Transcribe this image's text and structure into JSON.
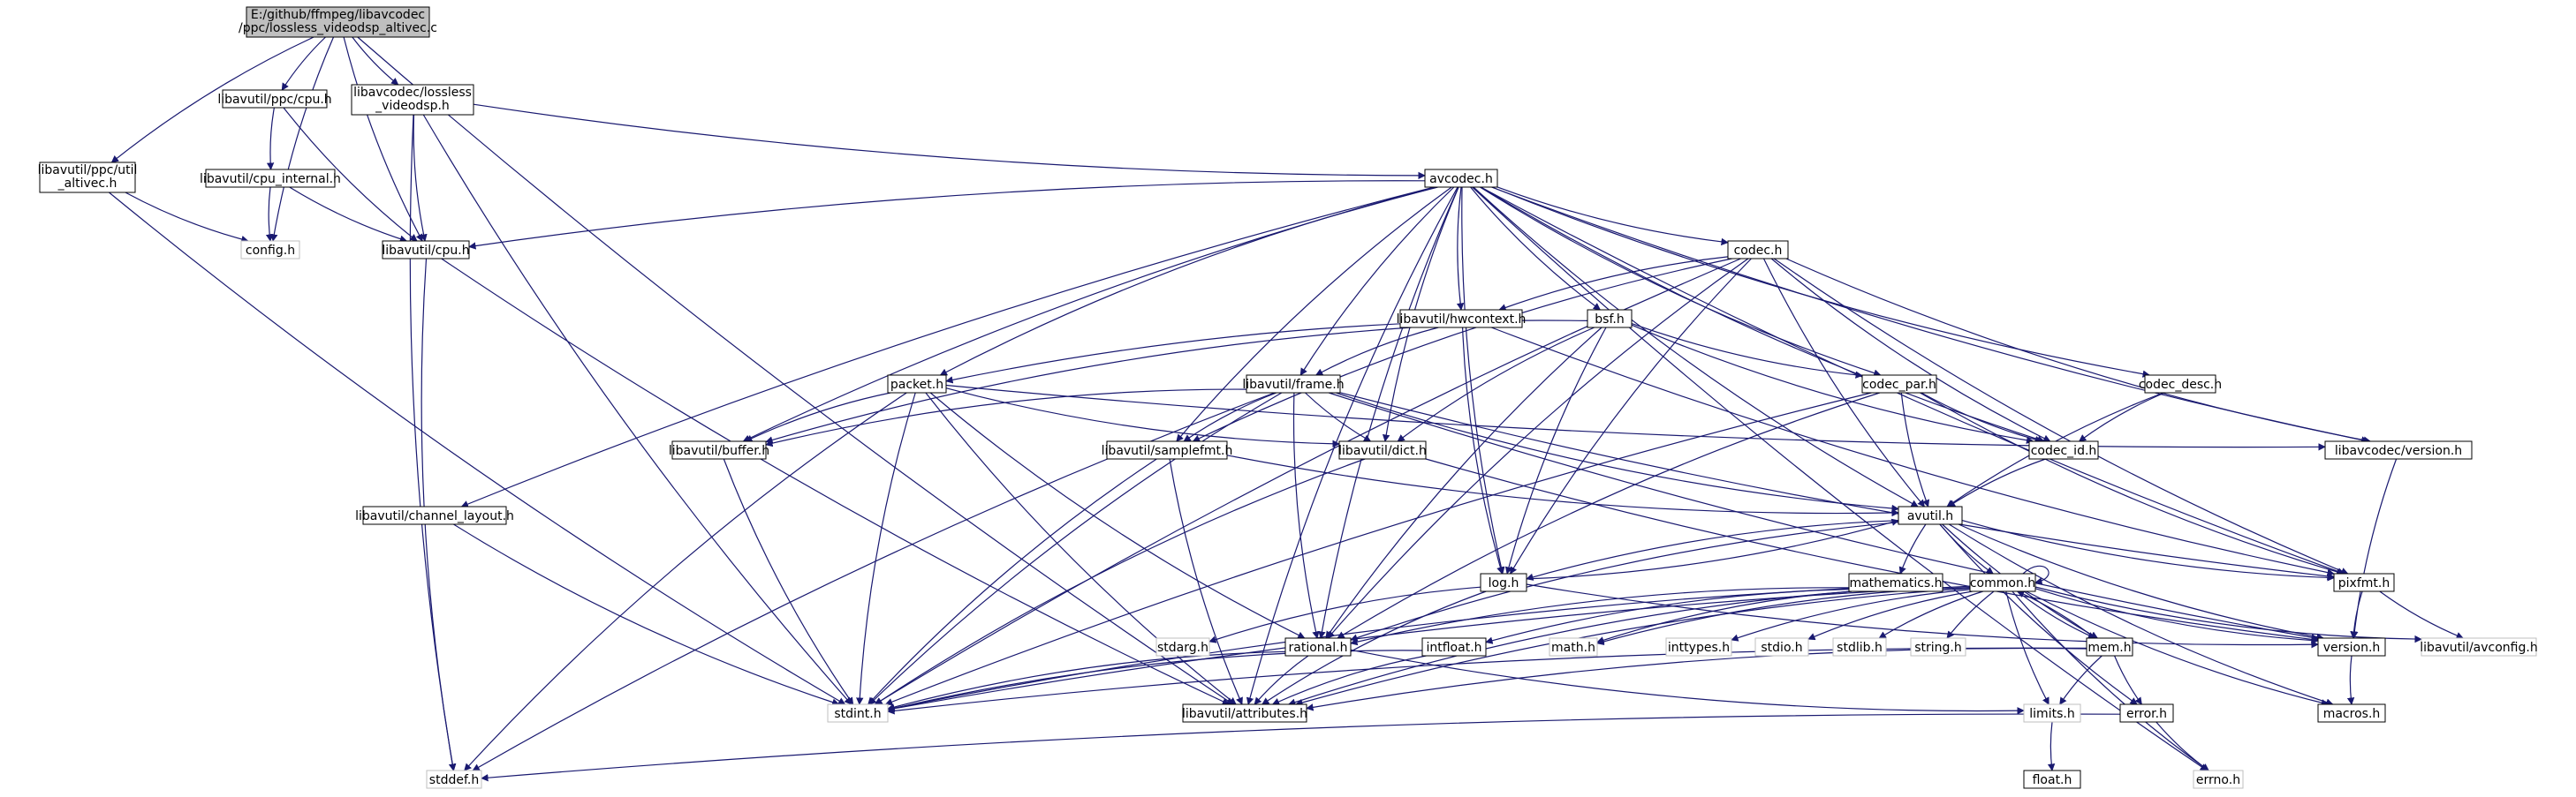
{
  "nodes": [
    {
      "id": "root",
      "label": "E:/github/ffmpeg/libavcodec",
      "label2": "/ppc/lossless_videodsp_altivec.c",
      "style": "root"
    },
    {
      "id": "ppc_cpu",
      "label": "libavutil/ppc/cpu.h",
      "style": "normal"
    },
    {
      "id": "lvdsp",
      "label": "libavcodec/lossless",
      "label2": "_videodsp.h",
      "style": "normal"
    },
    {
      "id": "util_altivec",
      "label": "libavutil/ppc/util",
      "label2": "_altivec.h",
      "style": "normal"
    },
    {
      "id": "cpu_internal",
      "label": "libavutil/cpu_internal.h",
      "style": "normal"
    },
    {
      "id": "config",
      "label": "config.h",
      "style": "gray"
    },
    {
      "id": "cpu",
      "label": "libavutil/cpu.h",
      "style": "normal"
    },
    {
      "id": "avcodec",
      "label": "avcodec.h",
      "style": "normal"
    },
    {
      "id": "codec",
      "label": "codec.h",
      "style": "normal"
    },
    {
      "id": "hwcontext",
      "label": "libavutil/hwcontext.h",
      "style": "normal"
    },
    {
      "id": "bsf",
      "label": "bsf.h",
      "style": "normal"
    },
    {
      "id": "packet",
      "label": "packet.h",
      "style": "normal"
    },
    {
      "id": "frame",
      "label": "libavutil/frame.h",
      "style": "normal"
    },
    {
      "id": "codec_par",
      "label": "codec_par.h",
      "style": "normal"
    },
    {
      "id": "codec_desc",
      "label": "codec_desc.h",
      "style": "normal"
    },
    {
      "id": "buffer",
      "label": "libavutil/buffer.h",
      "style": "normal"
    },
    {
      "id": "samplefmt",
      "label": "libavutil/samplefmt.h",
      "style": "normal"
    },
    {
      "id": "dict",
      "label": "libavutil/dict.h",
      "style": "normal"
    },
    {
      "id": "codec_id",
      "label": "codec_id.h",
      "style": "normal"
    },
    {
      "id": "lc_version",
      "label": "libavcodec/version.h",
      "style": "normal"
    },
    {
      "id": "channel_layout",
      "label": "libavutil/channel_layout.h",
      "style": "normal"
    },
    {
      "id": "avutil",
      "label": "avutil.h",
      "style": "normal"
    },
    {
      "id": "log",
      "label": "log.h",
      "style": "normal"
    },
    {
      "id": "mathematics",
      "label": "mathematics.h",
      "style": "normal"
    },
    {
      "id": "common",
      "label": "common.h",
      "style": "normal"
    },
    {
      "id": "pixfmt",
      "label": "pixfmt.h",
      "style": "normal"
    },
    {
      "id": "stdarg",
      "label": "stdarg.h",
      "style": "gray"
    },
    {
      "id": "rational",
      "label": "rational.h",
      "style": "normal"
    },
    {
      "id": "intfloat",
      "label": "intfloat.h",
      "style": "normal"
    },
    {
      "id": "math",
      "label": "math.h",
      "style": "gray"
    },
    {
      "id": "inttypes",
      "label": "inttypes.h",
      "style": "gray"
    },
    {
      "id": "stdio",
      "label": "stdio.h",
      "style": "gray"
    },
    {
      "id": "stdlib",
      "label": "stdlib.h",
      "style": "gray"
    },
    {
      "id": "string",
      "label": "string.h",
      "style": "gray"
    },
    {
      "id": "mem",
      "label": "mem.h",
      "style": "normal"
    },
    {
      "id": "version",
      "label": "version.h",
      "style": "normal"
    },
    {
      "id": "avconfig",
      "label": "libavutil/avconfig.h",
      "style": "gray"
    },
    {
      "id": "stdint",
      "label": "stdint.h",
      "style": "gray"
    },
    {
      "id": "attributes",
      "label": "libavutil/attributes.h",
      "style": "normal"
    },
    {
      "id": "limits",
      "label": "limits.h",
      "style": "gray"
    },
    {
      "id": "error",
      "label": "error.h",
      "style": "normal"
    },
    {
      "id": "macros",
      "label": "macros.h",
      "style": "normal"
    },
    {
      "id": "stddef",
      "label": "stddef.h",
      "style": "gray"
    },
    {
      "id": "errno",
      "label": "errno.h",
      "style": "gray"
    },
    {
      "id": "float",
      "label": "float.h",
      "style": "normal"
    }
  ],
  "edges": [
    [
      "root",
      "util_altivec"
    ],
    [
      "root",
      "config"
    ],
    [
      "root",
      "ppc_cpu"
    ],
    [
      "root",
      "lvdsp"
    ],
    [
      "root",
      "cpu"
    ],
    [
      "root",
      "attributes"
    ],
    [
      "ppc_cpu",
      "cpu_internal"
    ],
    [
      "ppc_cpu",
      "cpu"
    ],
    [
      "cpu_internal",
      "config"
    ],
    [
      "cpu_internal",
      "cpu"
    ],
    [
      "lvdsp",
      "cpu"
    ],
    [
      "lvdsp",
      "stdint"
    ],
    [
      "lvdsp",
      "stddef"
    ],
    [
      "lvdsp",
      "avcodec"
    ],
    [
      "util_altivec",
      "config"
    ],
    [
      "util_altivec",
      "stdint"
    ],
    [
      "cpu",
      "attributes"
    ],
    [
      "cpu",
      "stddef"
    ],
    [
      "avcodec",
      "cpu"
    ],
    [
      "avcodec",
      "packet"
    ],
    [
      "avcodec",
      "buffer"
    ],
    [
      "avcodec",
      "channel_layout"
    ],
    [
      "avcodec",
      "samplefmt"
    ],
    [
      "avcodec",
      "frame"
    ],
    [
      "avcodec",
      "dict"
    ],
    [
      "avcodec",
      "log"
    ],
    [
      "avcodec",
      "attributes"
    ],
    [
      "avcodec",
      "hwcontext"
    ],
    [
      "avcodec",
      "bsf"
    ],
    [
      "avcodec",
      "codec"
    ],
    [
      "avcodec",
      "codec_par"
    ],
    [
      "avcodec",
      "codec_desc"
    ],
    [
      "avcodec",
      "codec_id"
    ],
    [
      "avcodec",
      "lc_version"
    ],
    [
      "avcodec",
      "pixfmt"
    ],
    [
      "avcodec",
      "rational"
    ],
    [
      "avcodec",
      "avutil"
    ],
    [
      "avcodec",
      "errno"
    ],
    [
      "codec",
      "hwcontext"
    ],
    [
      "codec",
      "samplefmt"
    ],
    [
      "codec",
      "stdint"
    ],
    [
      "codec",
      "log"
    ],
    [
      "codec",
      "rational"
    ],
    [
      "codec",
      "avutil"
    ],
    [
      "codec",
      "codec_id"
    ],
    [
      "codec",
      "lc_version"
    ],
    [
      "codec",
      "pixfmt"
    ],
    [
      "hwcontext",
      "buffer"
    ],
    [
      "hwcontext",
      "frame"
    ],
    [
      "hwcontext",
      "log"
    ],
    [
      "hwcontext",
      "pixfmt"
    ],
    [
      "bsf",
      "packet"
    ],
    [
      "bsf",
      "dict"
    ],
    [
      "bsf",
      "log"
    ],
    [
      "bsf",
      "rational"
    ],
    [
      "bsf",
      "codec_id"
    ],
    [
      "bsf",
      "codec_par"
    ],
    [
      "packet",
      "buffer"
    ],
    [
      "packet",
      "dict"
    ],
    [
      "packet",
      "rational"
    ],
    [
      "packet",
      "stdint"
    ],
    [
      "packet",
      "stddef"
    ],
    [
      "packet",
      "attributes"
    ],
    [
      "packet",
      "lc_version"
    ],
    [
      "frame",
      "buffer"
    ],
    [
      "frame",
      "dict"
    ],
    [
      "frame",
      "samplefmt"
    ],
    [
      "frame",
      "rational"
    ],
    [
      "frame",
      "stdint"
    ],
    [
      "frame",
      "stddef"
    ],
    [
      "frame",
      "avutil"
    ],
    [
      "frame",
      "pixfmt"
    ],
    [
      "frame",
      "version"
    ],
    [
      "codec_par",
      "codec_id"
    ],
    [
      "codec_par",
      "avutil"
    ],
    [
      "codec_par",
      "rational"
    ],
    [
      "codec_par",
      "pixfmt"
    ],
    [
      "codec_par",
      "stdint"
    ],
    [
      "codec_desc",
      "codec_id"
    ],
    [
      "codec_desc",
      "avutil"
    ],
    [
      "buffer",
      "stdint"
    ],
    [
      "samplefmt",
      "avutil"
    ],
    [
      "samplefmt",
      "attributes"
    ],
    [
      "samplefmt",
      "stdint"
    ],
    [
      "dict",
      "stdint"
    ],
    [
      "dict",
      "version"
    ],
    [
      "codec_id",
      "avutil"
    ],
    [
      "lc_version",
      "version"
    ],
    [
      "channel_layout",
      "stdint"
    ],
    [
      "avutil",
      "log"
    ],
    [
      "avutil",
      "mathematics"
    ],
    [
      "avutil",
      "common"
    ],
    [
      "avutil",
      "rational"
    ],
    [
      "avutil",
      "pixfmt"
    ],
    [
      "avutil",
      "version"
    ],
    [
      "avutil",
      "error"
    ],
    [
      "avutil",
      "macros"
    ],
    [
      "avutil",
      "mem"
    ],
    [
      "log",
      "avutil"
    ],
    [
      "log",
      "stdarg"
    ],
    [
      "log",
      "attributes"
    ],
    [
      "log",
      "version"
    ],
    [
      "mathematics",
      "stdint"
    ],
    [
      "mathematics",
      "math"
    ],
    [
      "mathematics",
      "rational"
    ],
    [
      "mathematics",
      "attributes"
    ],
    [
      "mathematics",
      "intfloat"
    ],
    [
      "common",
      "common"
    ],
    [
      "common",
      "attributes"
    ],
    [
      "common",
      "macros"
    ],
    [
      "common",
      "version"
    ],
    [
      "common",
      "avconfig"
    ],
    [
      "common",
      "stdint"
    ],
    [
      "common",
      "inttypes"
    ],
    [
      "common",
      "stdio"
    ],
    [
      "common",
      "stdlib"
    ],
    [
      "common",
      "string"
    ],
    [
      "common",
      "limits"
    ],
    [
      "common",
      "math"
    ],
    [
      "common",
      "errno"
    ],
    [
      "common",
      "mem"
    ],
    [
      "pixfmt",
      "version"
    ],
    [
      "pixfmt",
      "avconfig"
    ],
    [
      "rational",
      "stdint"
    ],
    [
      "rational",
      "limits"
    ],
    [
      "rational",
      "attributes"
    ],
    [
      "intfloat",
      "stdint"
    ],
    [
      "intfloat",
      "attributes"
    ],
    [
      "mem",
      "common"
    ],
    [
      "mem",
      "error"
    ],
    [
      "mem",
      "limits"
    ],
    [
      "mem",
      "stdint"
    ],
    [
      "mem",
      "attributes"
    ],
    [
      "version",
      "macros"
    ],
    [
      "error",
      "errno"
    ],
    [
      "error",
      "stddef"
    ],
    [
      "limits",
      "float"
    ]
  ]
}
